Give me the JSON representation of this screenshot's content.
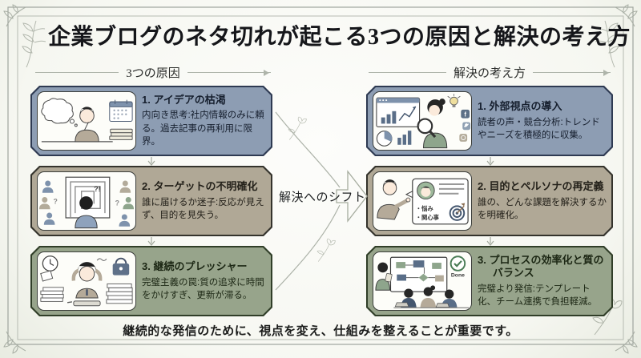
{
  "page": {
    "title": "企業ブログのネタ切れが起こる3つの原因と解決の考え方",
    "footer": "継続的な発信のために、視点を変え、仕組みを整えることが重要です。"
  },
  "center": {
    "label": "解決へのシフト"
  },
  "causes": {
    "header": "3つの原因",
    "items": [
      {
        "title": "1. アイデアの枯渇",
        "description": "内向き思考:社内情報のみに頼る。過去記事の再利用に限界。",
        "illustration": "thinking-person-with-calendar"
      },
      {
        "title": "2. ターゲットの不明確化",
        "description": "誰に届けるか迷子:反応が見えず、目的を見失う。",
        "illustration": "person-lost-in-maze"
      },
      {
        "title": "3. 継続のプレッシャー",
        "description": "完璧主義の罠:質の追求に時間をかけすぎ、更新が滞る。",
        "illustration": "stressed-person-with-paper-stacks"
      }
    ]
  },
  "solutions": {
    "header": "解決の考え方",
    "items": [
      {
        "title": "1. 外部視点の導入",
        "description": "読者の声・競合分析:トレンドやニーズを積極的に収集。",
        "illustration": "woman-analyzing-data-with-magnifier"
      },
      {
        "title": "2. 目的とペルソナの再定義",
        "description": "誰の、どんな課題を解決するかを明確化。",
        "illustration": "man-presenting-persona-card"
      },
      {
        "title": "3. プロセスの効率化と質のバランス",
        "description": "完璧より発信:テンプレート化、チーム連携で負担軽減。",
        "illustration": "team-workflow-whiteboard"
      }
    ]
  },
  "illustration_labels": {
    "maze_mark": "?!",
    "question_mark": "?",
    "persona_bullet_1": "・悩み",
    "persona_bullet_2": "・関心事",
    "done": "Done",
    "social_f": "f"
  },
  "colors": {
    "rows": [
      {
        "fill": "#8d9db3",
        "border": "#2e3a52",
        "text": "#161f2e"
      },
      {
        "fill": "#b0a896",
        "border": "#34332c",
        "text": "#24211a"
      },
      {
        "fill": "#97a48b",
        "border": "#303e28",
        "text": "#1c2714"
      }
    ],
    "background_edge": "#c9d1bf",
    "frame_line": "#a2a8a0",
    "connector_line": "#adb3a9"
  }
}
